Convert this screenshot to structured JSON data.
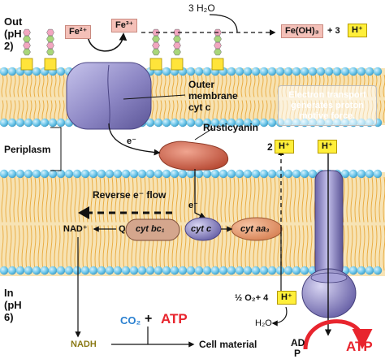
{
  "labels": {
    "out": "Out",
    "out_ph": "(pH",
    "out_ph_val": "2)",
    "in": "In",
    "in_ph": "(pH",
    "in_ph_val": "6)",
    "periplasm": "Periplasm",
    "outer_membrane_1": "Outer",
    "outer_membrane_2": "membrane",
    "outer_membrane_3": "cyt c",
    "rusticyanin": "Rusticyanin",
    "e_minus_1": "e⁻",
    "e_minus_2": "e⁻",
    "reverse_flow": "Reverse e⁻ flow",
    "nad": "NAD⁺",
    "q": "Q",
    "cyt_bc1": "cyt bc₁",
    "cyt_c": "cyt c",
    "cyt_aa3": "cyt aa₃",
    "nadh": "NADH",
    "co2": "CO₂",
    "plus": "+",
    "atp_small": "ATP",
    "cell_material": "Cell material",
    "h2o_top": "3 H₂O",
    "fe2": "Fe²⁺",
    "fe3": "Fe³⁺",
    "feoh3": "Fe(OH)₃",
    "plus_3": "+ 3",
    "h_plus": "H⁺",
    "two_h": "2",
    "h_plus_2": "H⁺",
    "h_plus_3": "H⁺",
    "half_o2": "½ O₂+ 4",
    "h_plus_4": "H⁺",
    "h2o_bottom": "H₂O",
    "adp": "AD",
    "adp_p": "P",
    "atp_big": "ATP"
  },
  "note": {
    "line1": "Electron transport",
    "line2": "generates proton",
    "line3": "motive force."
  },
  "colors": {
    "membrane_head": "#6cc6ea",
    "membrane_core": "#f7e3b4",
    "lipid_tail": "#e9a93c",
    "protein_purple": "#8c86c4",
    "rusticyanin": "#d56d56",
    "atp_red": "#e8252e",
    "co2_blue": "#2a80d0",
    "nadh_olive": "#8b7a16"
  }
}
